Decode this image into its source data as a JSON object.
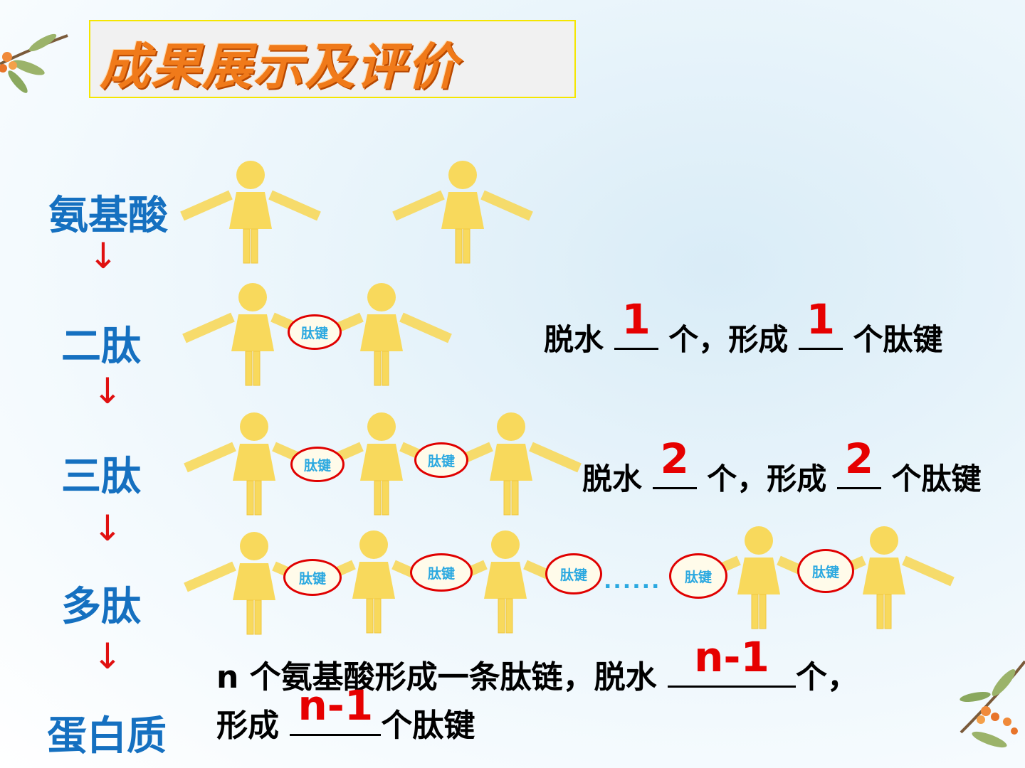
{
  "title": "成果展示及评价",
  "stages": {
    "amino_acid": "氨基酸",
    "dipeptide": "二肽",
    "tripeptide": "三肽",
    "polypeptide": "多肽",
    "protein": "蛋白质"
  },
  "arrow": "↓",
  "bond_label": "肽键",
  "dots": "......",
  "dipeptide_eq": {
    "p1": "脱水 ",
    "a1": "1",
    "p2": " 个，形成 ",
    "a2": "1",
    "p3": " 个肽键"
  },
  "tripeptide_eq": {
    "p1": "脱水 ",
    "a1": "2",
    "p2": " 个，形成 ",
    "a2": "2",
    "p3": " 个肽键"
  },
  "general_eq": {
    "line1_p1": "n 个氨基酸形成一条肽链，脱水 ",
    "a1": "n-1",
    "line1_p2": "个，",
    "line2_p1": "形成 ",
    "a2": "n-1",
    "line2_p2": "个肽键"
  },
  "colors": {
    "figure": "#f8d95c",
    "bond_border": "#e00000",
    "stage_text": "#1570c0",
    "answer": "#e60000",
    "title": "#f07a1a"
  }
}
